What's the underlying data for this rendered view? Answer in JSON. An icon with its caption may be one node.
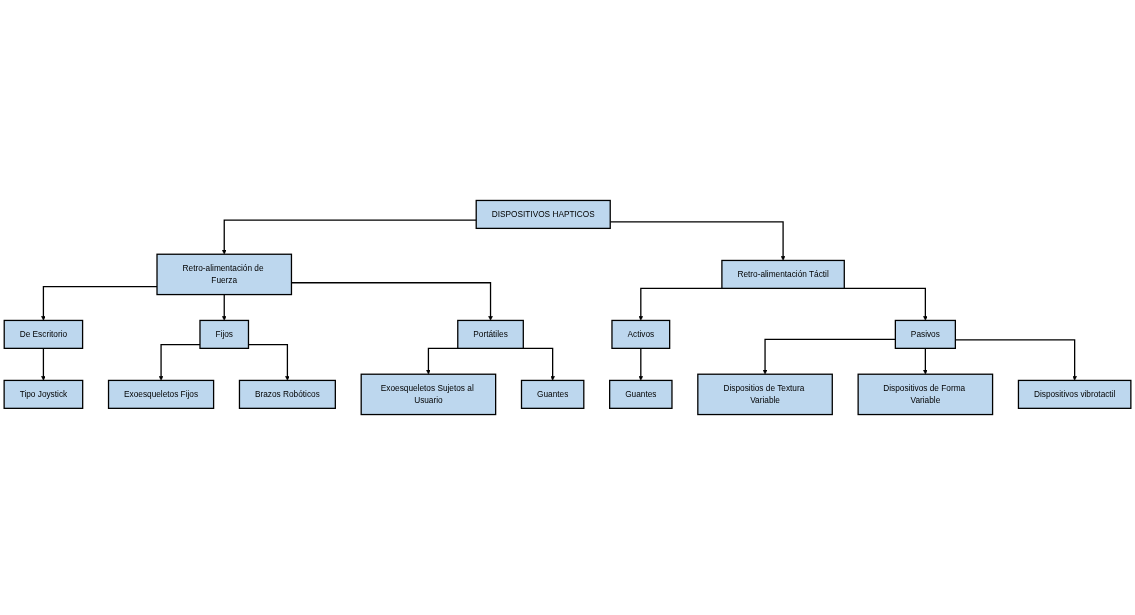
{
  "diagram": {
    "nodes": [
      {
        "text": [
          "DISPOSITIVOS HAPTICOS"
        ]
      },
      {
        "text": [
          "Retro-alimentación de Fuerza"
        ]
      },
      {
        "text": [
          "Retro-alimentación Táctil"
        ]
      },
      {
        "text": [
          "De Escritorio"
        ]
      },
      {
        "text": [
          "Fijos"
        ]
      },
      {
        "text": [
          "Portátiles"
        ]
      },
      {
        "text": [
          "Activos"
        ]
      },
      {
        "text": [
          "Pasivos"
        ]
      },
      {
        "text": [
          "Tipo Joystick"
        ]
      },
      {
        "text": [
          "Exoesqueletos Fijos"
        ]
      },
      {
        "text": [
          "Exoesqueletos Sujetos al Usuario"
        ]
      },
      {
        "text": [
          "Guantes"
        ]
      },
      {
        "text": [
          "Dispositios de Textura Variable"
        ]
      },
      {
        "text": [
          "Brazos Robóticos"
        ]
      },
      {
        "text": [
          "Guantes"
        ]
      },
      {
        "text": [
          "Dispositivos de Forma Variable"
        ]
      },
      {
        "text": [
          "Dispositivos vibrotactil"
        ]
      }
    ],
    "edges": [
      {
        "from": 0,
        "to": 1,
        "arrow": "to"
      },
      {
        "from": 0,
        "to": 2,
        "arrow": "to"
      },
      {
        "from": 1,
        "to": 3,
        "arrow": "to"
      },
      {
        "from": 1,
        "to": 4,
        "arrow": "to"
      },
      {
        "from": 1,
        "to": 5,
        "arrow": "to"
      },
      {
        "from": 2,
        "to": 6,
        "arrow": "to"
      },
      {
        "from": 2,
        "to": 7,
        "arrow": "to"
      },
      {
        "from": 3,
        "to": 8,
        "arrow": "to"
      },
      {
        "from": 4,
        "to": 9,
        "arrow": "to"
      },
      {
        "from": 4,
        "to": 13,
        "arrow": "to"
      },
      {
        "from": 5,
        "to": 10,
        "arrow": "to"
      },
      {
        "from": 5,
        "to": 14,
        "arrow": "to"
      },
      {
        "from": 6,
        "to": 11,
        "arrow": "to"
      },
      {
        "from": 7,
        "to": 12,
        "arrow": "to"
      },
      {
        "from": 7,
        "to": 15,
        "arrow": "to"
      },
      {
        "from": 7,
        "to": 16,
        "arrow": "to"
      }
    ]
  }
}
